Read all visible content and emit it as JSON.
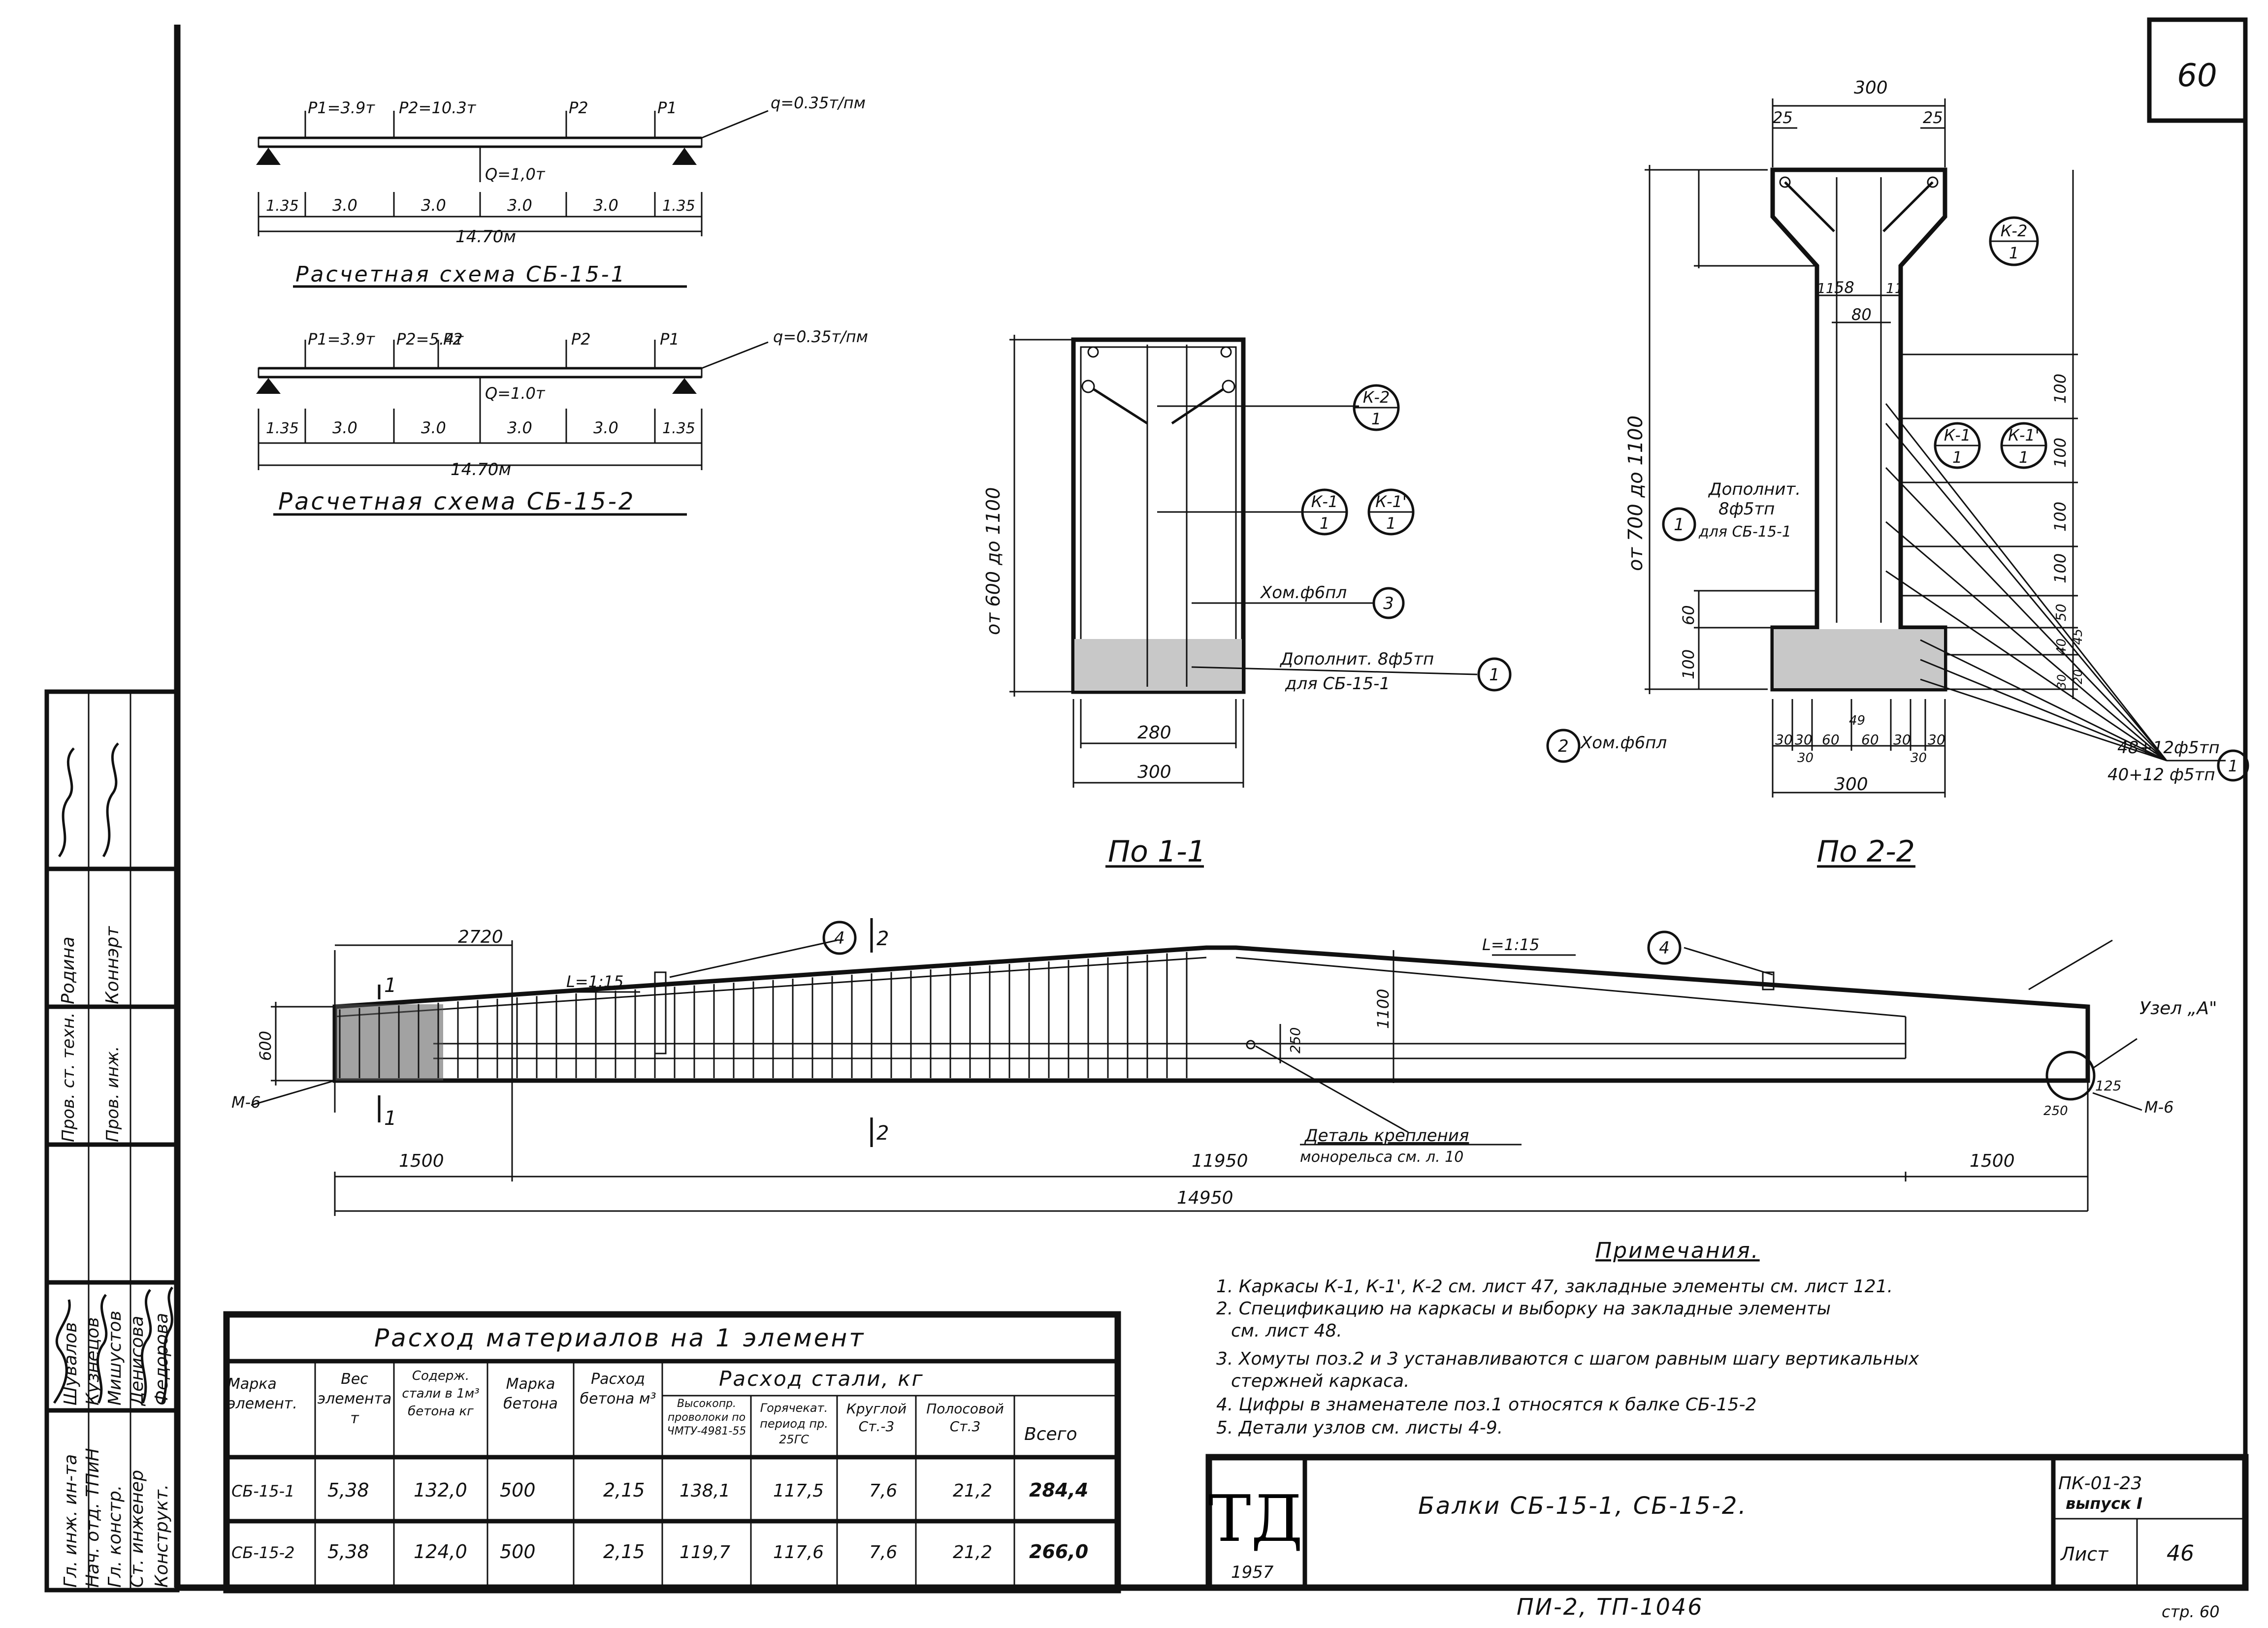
{
  "sheet": {
    "corner_number": "60",
    "bottom_code": "ПИ-2, ТП-1046",
    "page_ref": "стр. 60"
  },
  "scheme1": {
    "p1": "P1=3.9т",
    "p2": "P2=10.3т",
    "p2b": "P2",
    "p1b": "P1",
    "q": "q=0.35т/пм",
    "Q": "Q=1,0т",
    "spans": [
      "1.35",
      "3.0",
      "3.0",
      "3.0",
      "3.0",
      "1.35"
    ],
    "total": "14.70м",
    "caption": "Расчетная схема СБ-15-1"
  },
  "scheme2": {
    "p1": "P1=3.9т",
    "p2": "P2=5.4т",
    "p2b": "P2",
    "p2c": "P2",
    "p1b": "P1",
    "q": "q=0.35т/пм",
    "Q": "Q=1.0т",
    "spans": [
      "1.35",
      "3.0",
      "3.0",
      "3.0",
      "3.0",
      "1.35"
    ],
    "total": "14.70м",
    "caption": "Расчетная схема СБ-15-2"
  },
  "section1": {
    "height_label": "от 600 до 1100",
    "width_inner": "280",
    "width_outer": "300",
    "tag_k2": "К-2",
    "tag_k2_den": "1",
    "tag_k1": "К-1",
    "tag_k1p": "К-1'",
    "tag_k_den": "1",
    "stirrup": "Хом.ф6пл",
    "stirrup_pos": "3",
    "extra": "Дополнит. 8ф5тп",
    "extra_for": "для СБ-15-1",
    "extra_pos": "1",
    "caption": "По 1-1"
  },
  "section2": {
    "top_width": "300",
    "top_left": "25",
    "top_right": "25",
    "web_dims": [
      "58",
      "80"
    ],
    "web_side": "11",
    "height_label": "от 700 до 1100",
    "right_dims": [
      "100",
      "100",
      "100",
      "100",
      "50",
      "40",
      "45",
      "30",
      "20"
    ],
    "left_dims": [
      "60",
      "100"
    ],
    "bottom_dims": [
      "30",
      "30",
      "60",
      "60",
      "30",
      "30"
    ],
    "bottom_sub": "30",
    "bottom_mid": "49",
    "bottom_width": "300",
    "tag_k2": "К-2",
    "tag_k2_den": "1",
    "tag_k1": "К-1",
    "tag_k1p": "К-1'",
    "tag_k_den": "1",
    "extra_title": "Дополнит.",
    "extra": "8ф5тп",
    "extra_for": "для СБ-15-1",
    "extra_pos": "1",
    "stirrup": "Хом.ф6пл",
    "stirrup_pos": "2",
    "rebar_a": "48+12ф5тп",
    "rebar_b": "40+12 ф5тп",
    "caption": "По 2-2"
  },
  "elevation": {
    "dim_2720": "2720",
    "slope_left": "L=1:15",
    "slope_right": "L=1:15",
    "pos4a": "4",
    "pos4b": "4",
    "h600": "600",
    "h1100": "1100",
    "h250": "250",
    "dims_bottom": [
      "1500",
      "11950",
      "1500"
    ],
    "total": "14950",
    "m6_left": "М-6",
    "m6_right": "М-6",
    "node": "Узел „А\"",
    "node_125": "125",
    "node_250": "250",
    "detail_title": "Деталь крепления",
    "detail_sub": "монорельса см. л. 10",
    "cut1": "1",
    "cut2": "2"
  },
  "notes": {
    "title": "Примечания.",
    "items": [
      "1. Каркасы К-1, К-1', К-2 см. лист 47, закладные элементы см. лист 121.",
      "2. Спецификацию на каркасы и выборку на закладные элементы",
      "см. лист 48.",
      "3. Хомуты поз.2 и 3 устанавливаются с шагом равным шагу вертикальных",
      "стержней каркаса.",
      "4. Цифры в знаменателе поз.1 относятся к балке СБ-15-2",
      "5. Детали узлов см. листы 4-9."
    ]
  },
  "table": {
    "title": "Расход материалов на 1 элемент",
    "h_marka_el": "Марка элемент.",
    "h_ves": "Вес элемента т",
    "h_soderzh": "Содерж. стали в 1м³ бетона кг",
    "h_beton": "Марка бетона",
    "h_rashod_b": "Расход бетона м³",
    "h_steel": "Расход стали, кг",
    "h_vys": "Высокопр. проволоки по ЧМТУ-4981-55",
    "h_gor": "Горячекат. период пр. 25ГС",
    "h_krug": "Круглой Ст.-3",
    "h_pol": "Полосовой Ст.3",
    "h_vsego": "Всего",
    "rows": [
      {
        "marka": "СБ-15-1",
        "ves": "5,38",
        "sod": "132,0",
        "bet": "500",
        "rash": "2,15",
        "vys": "138,1",
        "gor": "117,5",
        "krug": "7,6",
        "pol": "21,2",
        "vsego": "284,4"
      },
      {
        "marka": "СБ-15-2",
        "ves": "5,38",
        "sod": "124,0",
        "bet": "500",
        "rash": "2,15",
        "vys": "119,7",
        "gor": "117,6",
        "krug": "7,6",
        "pol": "21,2",
        "vsego": "266,0"
      }
    ]
  },
  "stamp": {
    "logo": "ТД",
    "year": "1957",
    "title": "Балки СБ-15-1, СБ-15-2.",
    "series": "ПК-01-23",
    "issue": "выпуск I",
    "sheet_label": "Лист",
    "sheet_no": "46"
  },
  "sidebar": {
    "roles": [
      "Гл. инж. ин-та",
      "Нач. отд. ТПиН",
      "Гл. констр.",
      "Ст. инженер",
      "Конструкт."
    ],
    "names": [
      "Шувалов",
      "Кузнецов",
      "Мишустов",
      "Денисова",
      "Федорова"
    ],
    "upper_roles": [
      "Пров. ст. техн.",
      "Пров. инж."
    ],
    "upper_names": [
      "Родина",
      "Коннэрт"
    ]
  }
}
